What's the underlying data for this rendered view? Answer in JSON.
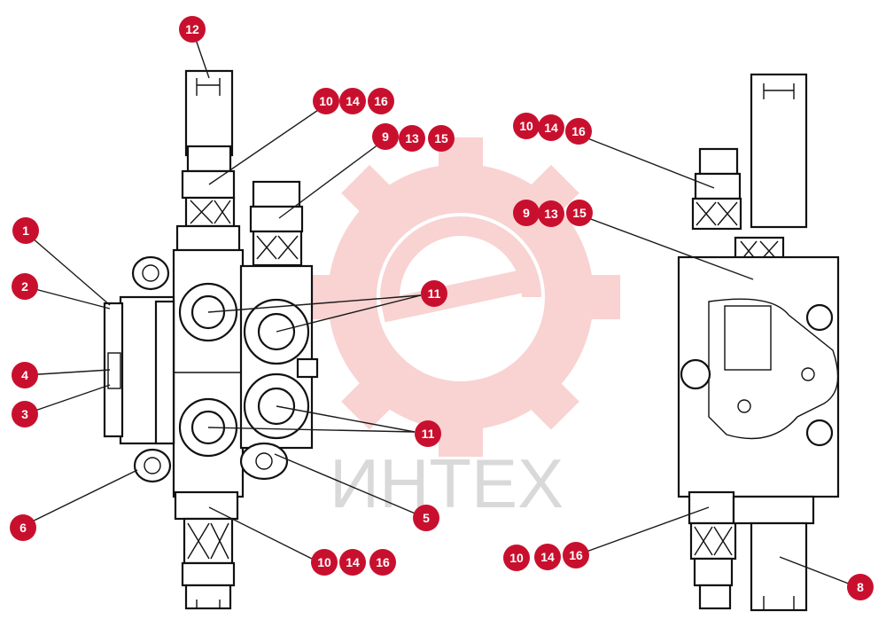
{
  "watermark": {
    "text": "ИНТЕХ",
    "logo": "gear-wrench-logo",
    "color": "#f5b8b8"
  },
  "badge_color": "#c8102e",
  "callouts": {
    "c12": "12",
    "c10_top": [
      "10",
      "14",
      "16"
    ],
    "c9_top": [
      "9",
      "13",
      "15"
    ],
    "c1": "1",
    "c2": "2",
    "c4": "4",
    "c3": "3",
    "c11_top": "11",
    "c11_bottom": "11",
    "c6": "6",
    "c5": "5",
    "c10_bottom": [
      "10",
      "14",
      "16"
    ],
    "r10_top": [
      "10",
      "14",
      "16"
    ],
    "r9": [
      "9",
      "13",
      "15"
    ],
    "r10_bottom": [
      "10",
      "14",
      "16"
    ],
    "r8": "8"
  }
}
